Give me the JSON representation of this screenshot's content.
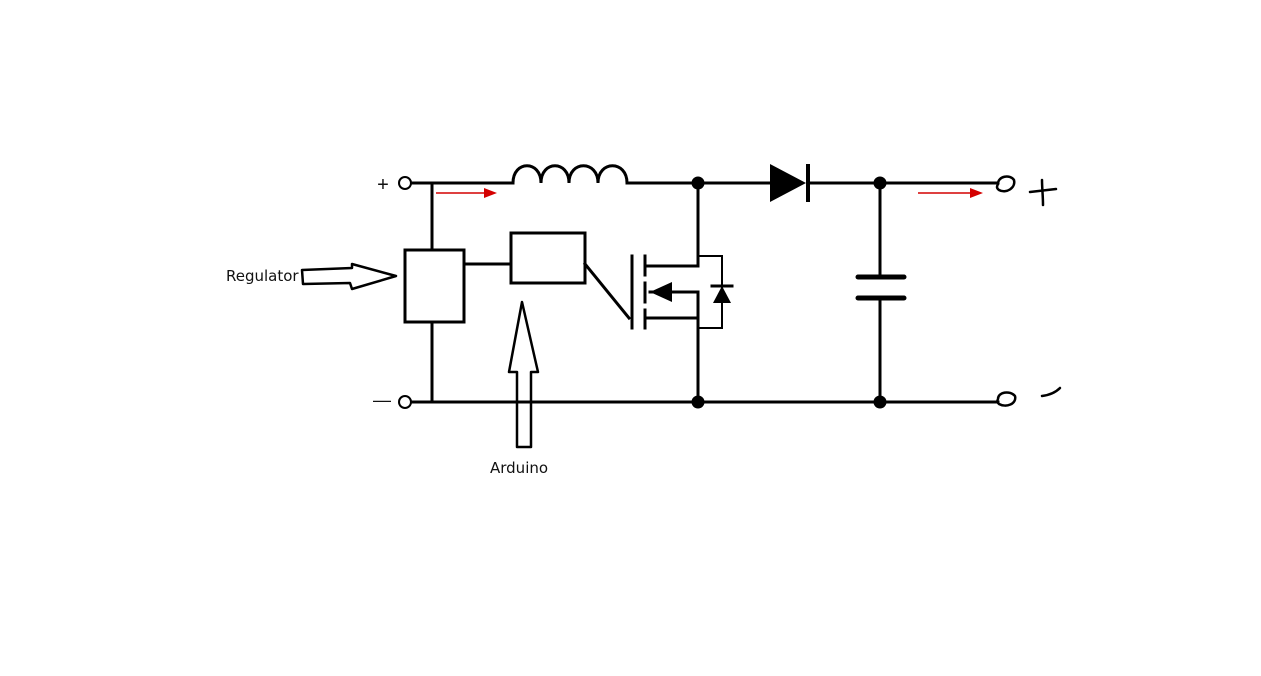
{
  "labels": {
    "regulator": "Regulator",
    "arduino": "Arduino",
    "input_plus": "+",
    "input_minus": "—"
  },
  "colors": {
    "line": "#000000",
    "current_arrow": "#d40000",
    "background": "#ffffff"
  },
  "components": [
    "input-terminal-plus",
    "input-terminal-minus",
    "regulator-block",
    "controller-block",
    "inductor",
    "mosfet",
    "body-diode",
    "diode",
    "capacitor",
    "output-terminal-plus",
    "output-terminal-minus"
  ]
}
